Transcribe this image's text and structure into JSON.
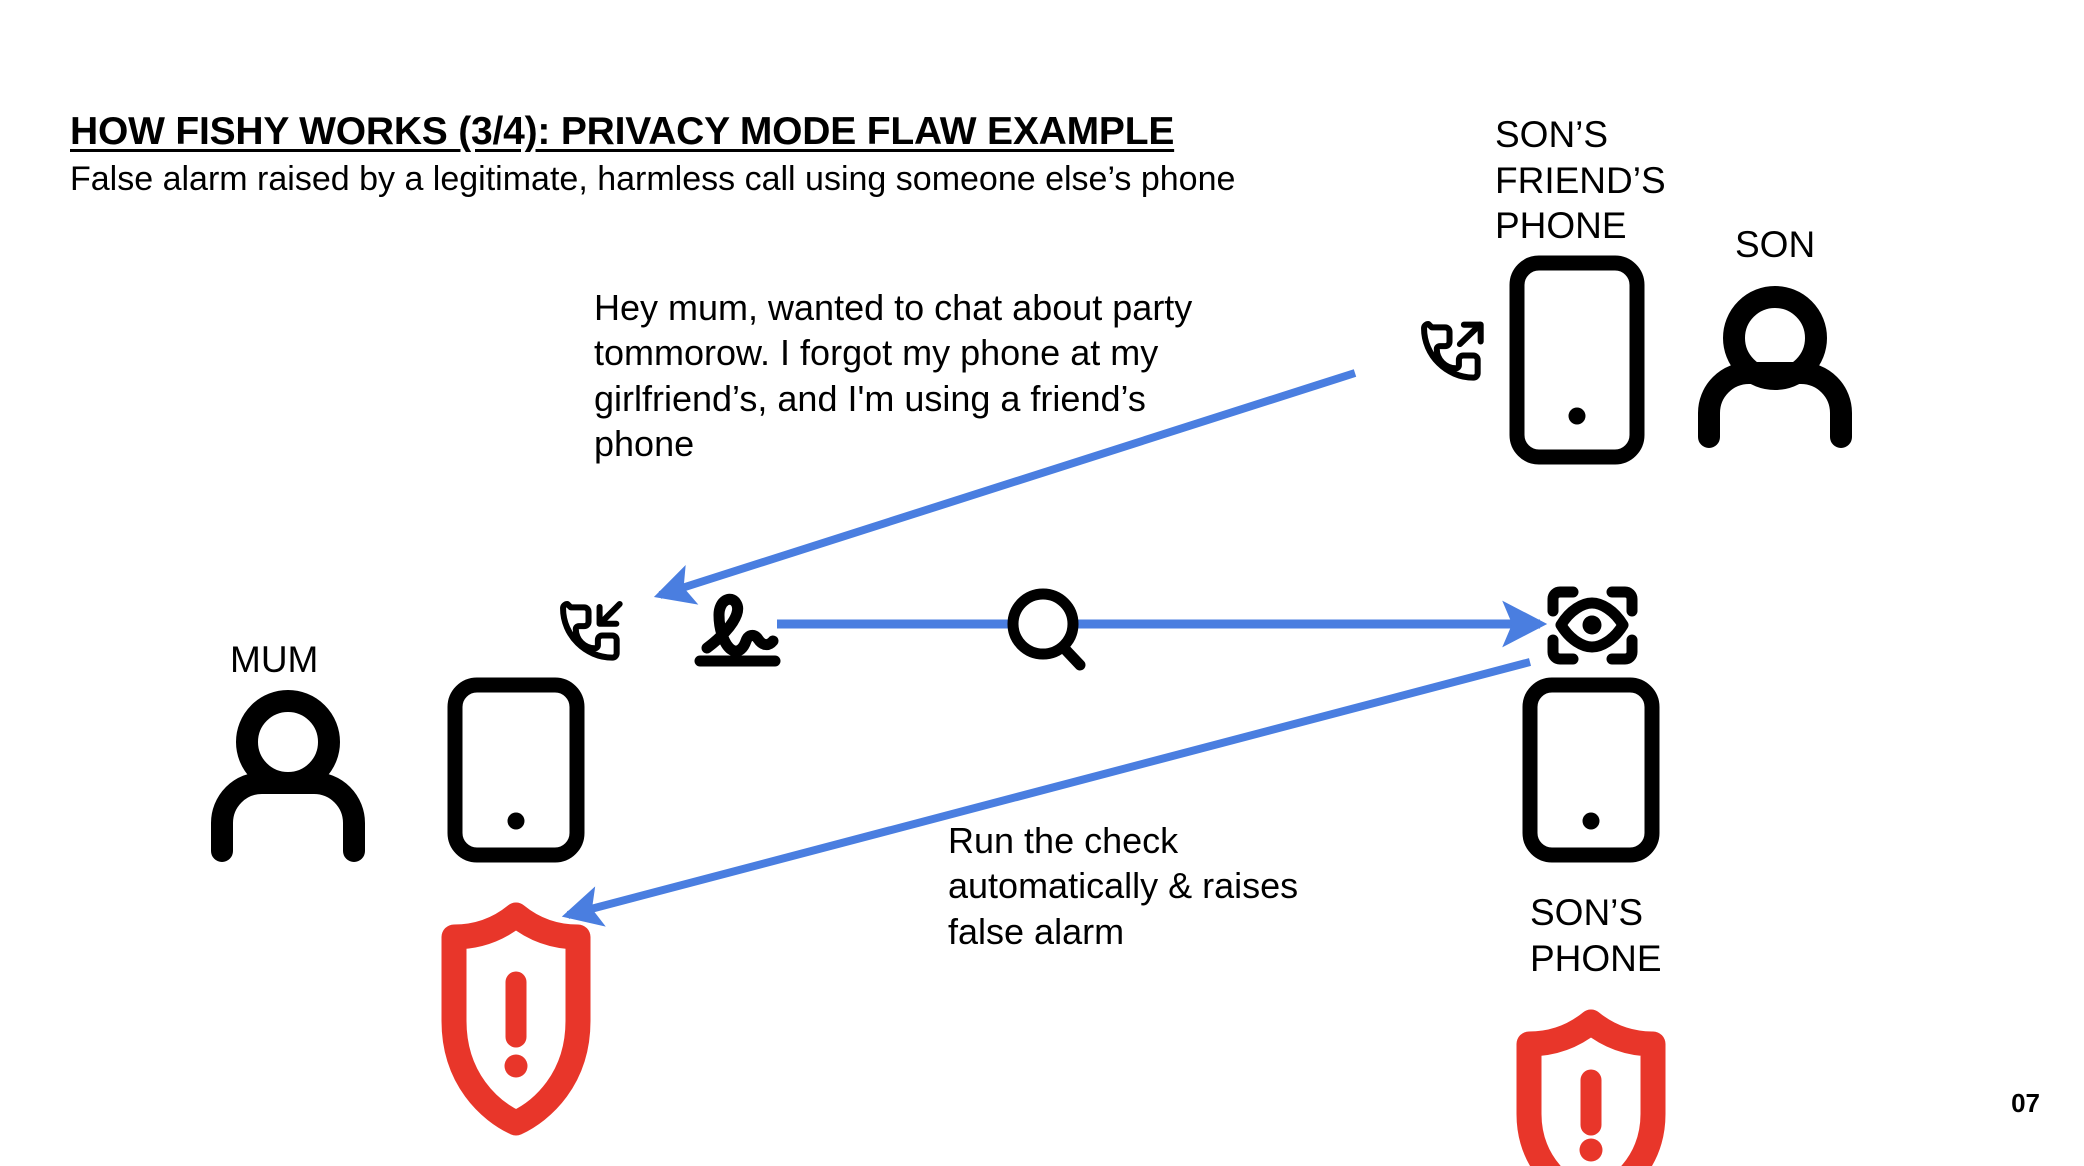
{
  "slide": {
    "title": "HOW FISHY WORKS (3/4): PRIVACY MODE FLAW EXAMPLE",
    "subtitle": "False alarm raised by a legitimate, harmless call using someone else’s phone",
    "page_number": "07",
    "background": "#ffffff"
  },
  "colors": {
    "ink": "#000000",
    "arrow_blue": "#4A7EE0",
    "alert_red": "#E8362A"
  },
  "annotations": {
    "message": "Hey mum, wanted to chat about party tommorow. I forgot my phone at my girlfriend’s, and I'm using a friend’s phone",
    "check_note": "Run the check automatically & raises false alarm"
  },
  "actors": {
    "sons_friends_phone_label": "SON’S\nFRIEND’S\nPHONE",
    "son_label": "SON",
    "mum_label": "MUM",
    "sons_phone_label": "SON’S\nPHONE"
  },
  "icons": [
    {
      "name": "outgoing-call-icon",
      "label": "outgoing call"
    },
    {
      "name": "incoming-call-icon",
      "label": "incoming call"
    },
    {
      "name": "signature-icon",
      "label": "voice signature"
    },
    {
      "name": "magnifier-icon",
      "label": "check / search"
    },
    {
      "name": "biometric-scan-icon",
      "label": "scan eye"
    },
    {
      "name": "person-icon",
      "label": "person"
    },
    {
      "name": "phone-icon",
      "label": "mobile phone"
    },
    {
      "name": "alert-shield-icon",
      "label": "false alarm shield"
    }
  ],
  "arrows": [
    {
      "name": "call-arrow",
      "from": "sons-friends-phone",
      "to": "mum-incoming-call"
    },
    {
      "name": "signature-check-arrow",
      "from": "voice-signature",
      "to": "biometric-scan"
    },
    {
      "name": "false-alarm-arrow",
      "from": "biometric-scan",
      "to": "mum-alert-shield"
    }
  ]
}
